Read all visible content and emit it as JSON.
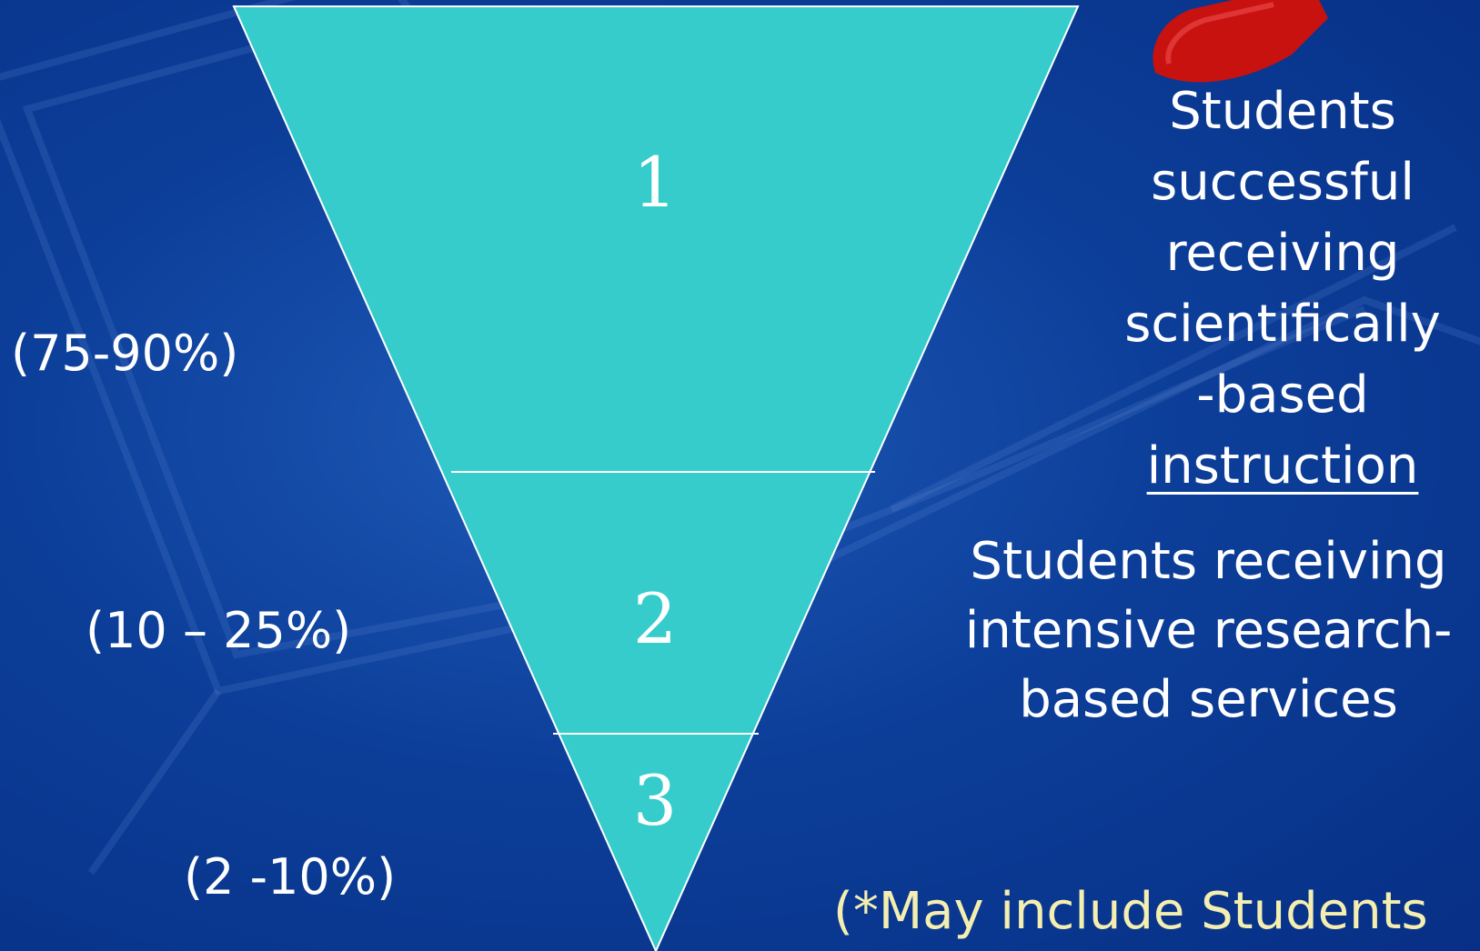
{
  "colors": {
    "background": "#0c3f9a",
    "pyramid_fill": "#36cccc",
    "pyramid_line": "#ffffff",
    "text": "#ffffff",
    "note_text": "#f4efb0",
    "pointer": "#cc1010"
  },
  "tiers": [
    {
      "number": "1",
      "percent": "(75-90%)"
    },
    {
      "number": "2",
      "percent": "(10 – 25%)"
    },
    {
      "number": "3",
      "percent": "(2 -10%)"
    }
  ],
  "descriptions": {
    "tier1": {
      "line1": "Students",
      "line2": "successful",
      "line3": "receiving",
      "line4": "scientifically",
      "line5": "-based",
      "line6": "instruction"
    },
    "tier2": {
      "line1": "Students receiving",
      "line2": "intensive research-",
      "line3": "based services"
    }
  },
  "note": "(*May include Students",
  "decorations": {
    "pointer_icon": "red-arrow-pointer-icon",
    "background_icon": "open-book-icon"
  }
}
